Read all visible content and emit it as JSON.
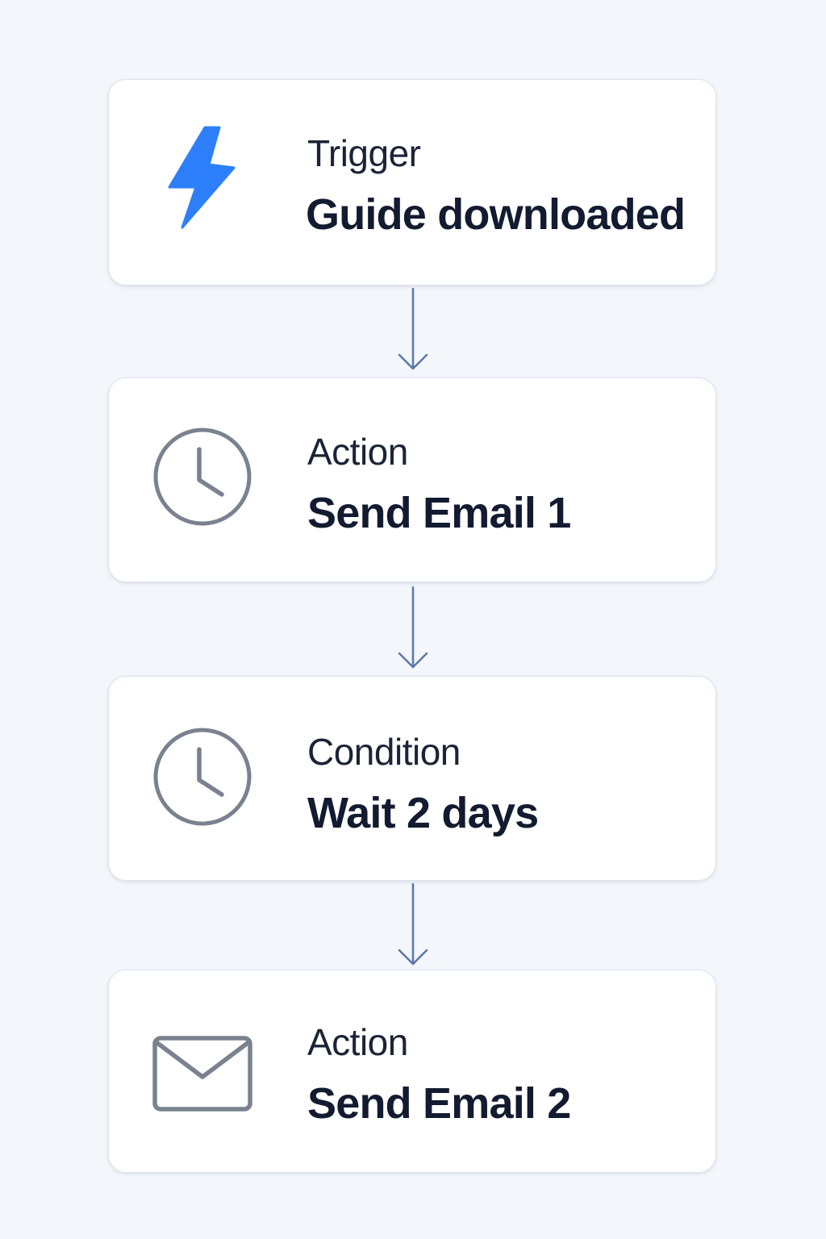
{
  "colors": {
    "background": "#f3f6fa",
    "card": "#ffffff",
    "card_border": "#dde3ec",
    "trigger_icon": "#2d7ff9",
    "step_icon": "#7a828f",
    "connector": "#5a78a8",
    "label_text": "#1b2437",
    "title_text": "#121b30"
  },
  "workflow": {
    "steps": [
      {
        "kind": "Trigger",
        "title": "Guide downloaded",
        "icon": "lightning-icon"
      },
      {
        "kind": "Action",
        "title": "Send Email 1",
        "icon": "clock-icon"
      },
      {
        "kind": "Condition",
        "title": "Wait 2 days",
        "icon": "clock-icon"
      },
      {
        "kind": "Action",
        "title": "Send Email 2",
        "icon": "envelope-icon"
      }
    ]
  }
}
